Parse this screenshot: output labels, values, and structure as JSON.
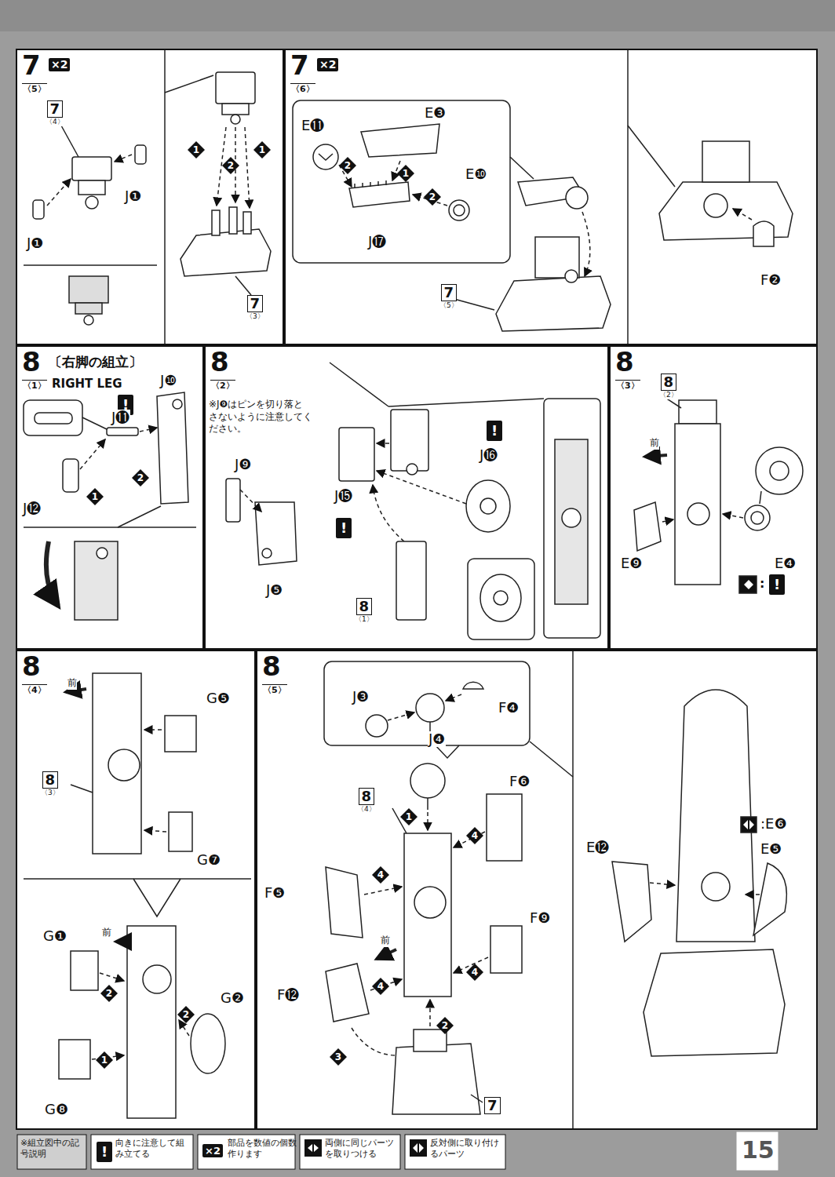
{
  "diagram": {
    "nodes": [
      {
        "text": [
          "7",
          "×2",
          "〈5〉"
        ]
      },
      {
        "text": [
          "7",
          "〈4〉"
        ],
        "in": 0
      },
      {
        "text": [
          "7",
          "〈3〉"
        ],
        "in": 0
      },
      {
        "text": [
          "7",
          "×2",
          "〈6〉"
        ]
      },
      {
        "text": [
          "7",
          "〈5〉"
        ],
        "in": 3
      },
      {
        "text": [
          "8",
          "〔右脚の組立〕",
          "〈1〉",
          "RIGHT LEG"
        ]
      },
      {
        "text": [
          "8",
          "〈2〉"
        ]
      },
      {
        "text": [
          "8",
          "〈1〉"
        ],
        "in": 6
      },
      {
        "text": [
          "8",
          "〈3〉"
        ]
      },
      {
        "text": [
          "8",
          "〈2〉"
        ],
        "in": 8
      },
      {
        "text": [
          "8",
          "〈4〉"
        ]
      },
      {
        "text": [
          "8",
          "〈3〉"
        ],
        "in": 10
      },
      {
        "text": [
          "8",
          "〈5〉"
        ]
      },
      {
        "text": [
          "8",
          "〈4〉"
        ],
        "in": 12
      },
      {
        "text": [
          "7"
        ],
        "in": 12
      }
    ],
    "labels": [
      "J❶",
      "J❶",
      "1",
      "2",
      "1",
      "E⓫",
      "E❸",
      "E❿",
      "J⓱",
      "2",
      "1",
      "2",
      "F❷",
      "!",
      "J⓫",
      "J❿",
      "J⓬",
      "1",
      "2",
      "※J❾はピンを切り落とさないように注意してください。",
      "J❾",
      "J❺",
      "!",
      "J⓰",
      "J⓯",
      "!",
      "前",
      "E❾",
      "E❹",
      ":",
      "!",
      "前",
      "G❺",
      "G❼",
      "G❶",
      "前",
      "G❷",
      "G❽",
      "2",
      "2",
      "1",
      "J❸",
      "J❹",
      "F❹",
      "F❻",
      "F❺",
      "F❾",
      "F⓬",
      "前",
      "1",
      "4",
      "4",
      "4",
      "4",
      "2",
      "3",
      "E⓬",
      ":E❻",
      "E❺",
      "※組立図中の記号説明",
      "!",
      "×2",
      "15"
    ],
    "legend": [
      {
        "text": "向きに注意して組み立てる"
      },
      {
        "text": "部品を数値の個数作ります"
      },
      {
        "text": "両側に同じパーツを取りつける"
      },
      {
        "text": "反対側に取り付けるパーツ"
      }
    ]
  }
}
